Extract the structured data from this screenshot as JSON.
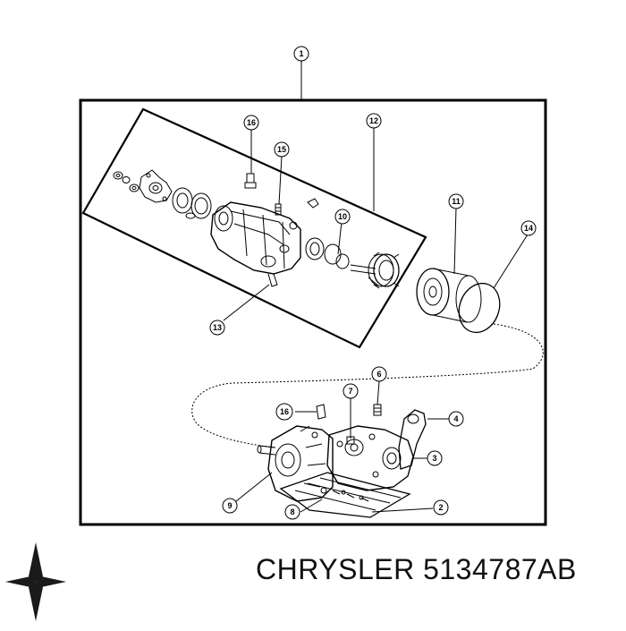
{
  "diagram": {
    "callouts": [
      "1",
      "16",
      "12",
      "15",
      "10",
      "11",
      "14",
      "13",
      "6",
      "7",
      "16",
      "4",
      "3",
      "9",
      "8",
      "2"
    ]
  },
  "footer": {
    "brand": "CHRYSLER",
    "part_number": "5134787AB"
  },
  "colors": {
    "ink": "#000000",
    "background": "#ffffff",
    "logo": "#1a1a1a"
  },
  "icons": {
    "logo": "chrysler-pentastar-logo"
  }
}
